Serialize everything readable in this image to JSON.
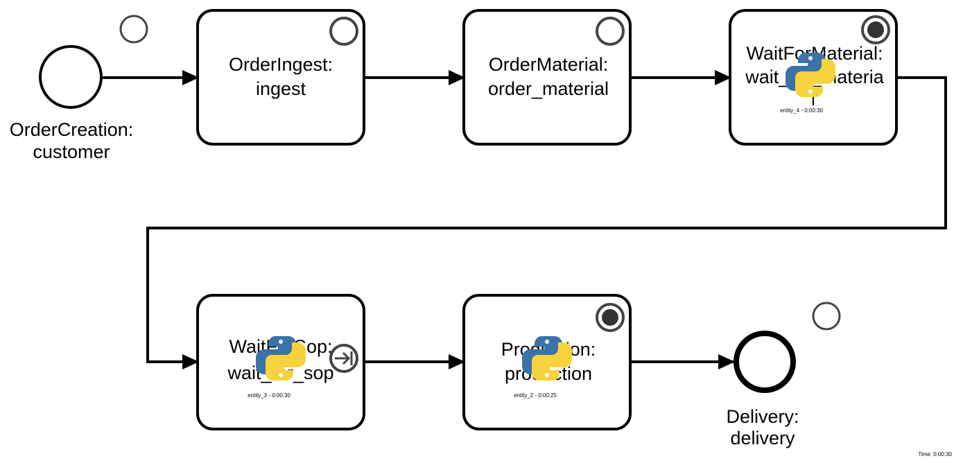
{
  "colors": {
    "stroke": "#000000",
    "marker_stroke": "#444444",
    "marker_fill_active": "#333333",
    "python_blue": "#3b72a8",
    "python_yellow": "#f6d33c"
  },
  "events": {
    "start": {
      "line1": "OrderCreation:",
      "line2": "customer"
    },
    "end": {
      "line1": "Delivery:",
      "line2": "delivery"
    }
  },
  "tasks": {
    "ingest": {
      "line1": "OrderIngest:",
      "line2": "ingest",
      "marker": "circle-empty-icon"
    },
    "order_material": {
      "line1": "OrderMaterial:",
      "line2": "order_material",
      "marker": "circle-empty-icon"
    },
    "wait_material": {
      "line1": "WaitForMaterial:",
      "line2": "wait_for_materia",
      "marker": "circle-filled-icon",
      "entity": "entity_4 - 0:00:30",
      "token": "python-logo-icon"
    },
    "wait_sop": {
      "line1": "WaitForSop:",
      "line2": "wait_for_sop",
      "marker": "circle-arrow-icon",
      "entity": "entity_3 - 0:00:30",
      "token": "python-logo-icon"
    },
    "production": {
      "line1": "Production:",
      "line2": "production",
      "marker": "circle-filled-icon",
      "entity": "entity_2 - 0:00:25",
      "token": "python-logo-icon"
    }
  },
  "status": {
    "time": "Time:  0:00:30"
  }
}
